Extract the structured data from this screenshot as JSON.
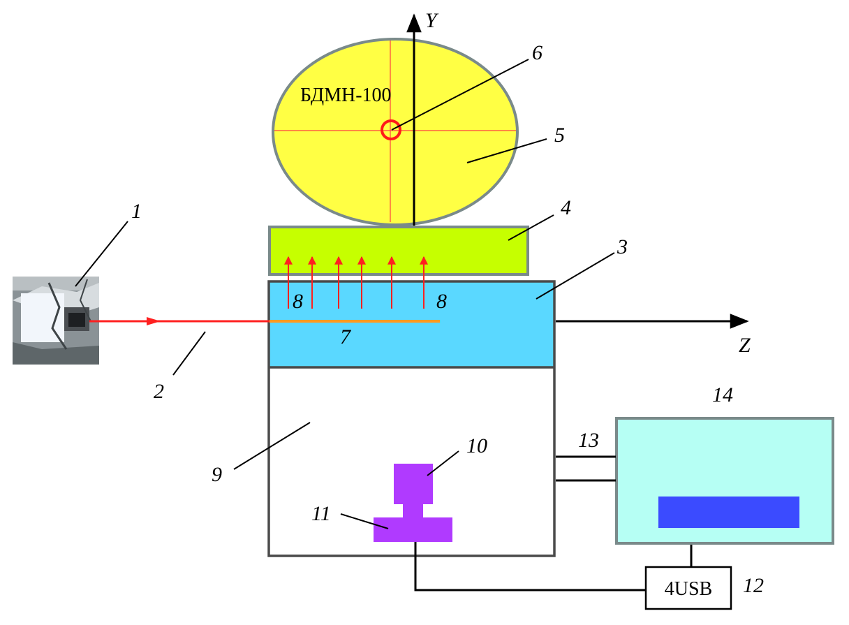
{
  "detector": {
    "label": "БДМН-100"
  },
  "axes": {
    "y": "Y",
    "z": "Z"
  },
  "usb": {
    "label": "4USB"
  },
  "labels": {
    "n1": "1",
    "n2": "2",
    "n3": "3",
    "n4": "4",
    "n5": "5",
    "n6": "6",
    "n7": "7",
    "n8a": "8",
    "n8b": "8",
    "n9": "9",
    "n10": "10",
    "n11": "11",
    "n12": "12",
    "n13": "13",
    "n14": "14"
  },
  "colors": {
    "detector_fill": "#ffff44",
    "detector_stroke": "#7a8a8a",
    "crosshair": "#ff2a2a",
    "plate4": "#c6ff00",
    "chamber3": "#5ad8ff",
    "beam": "#ff2020",
    "target7": "#ff9a20",
    "magenta": "#b03aff",
    "monitor_fill": "#b6fff4",
    "screen": "#3b4bff"
  }
}
